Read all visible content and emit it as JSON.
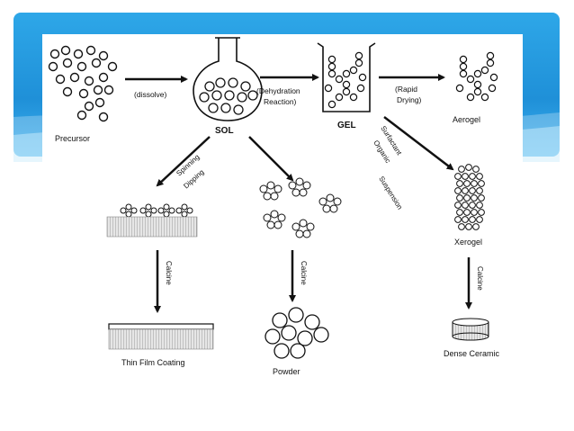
{
  "colors": {
    "slide_blue": "#1f90d8",
    "light_blue": "#8fd0f5",
    "figure_bg": "#ffffff",
    "ink": "#111111"
  },
  "diagram": {
    "precursor": "Precursor",
    "dissolve": "(dissolve)",
    "sol": "SOL",
    "dehydration_1": "(Dehydration",
    "dehydration_2": "Reaction)",
    "gel": "GEL",
    "rapid_1": "(Rapid",
    "rapid_2": "Drying)",
    "aerogel": "Aerogel",
    "spinning": "Spinning",
    "dipping": "Dipping",
    "surfactant": "Surfactant",
    "organic": "Organic",
    "suspension": "Suspension",
    "xerogel": "Xerogel",
    "calcine_1": "Calcine",
    "calcine_2": "Calcine",
    "calcine_3": "Calcine",
    "thin_film": "Thin Film Coating",
    "powder": "Powder",
    "dense_ceramic": "Dense Ceramic"
  }
}
